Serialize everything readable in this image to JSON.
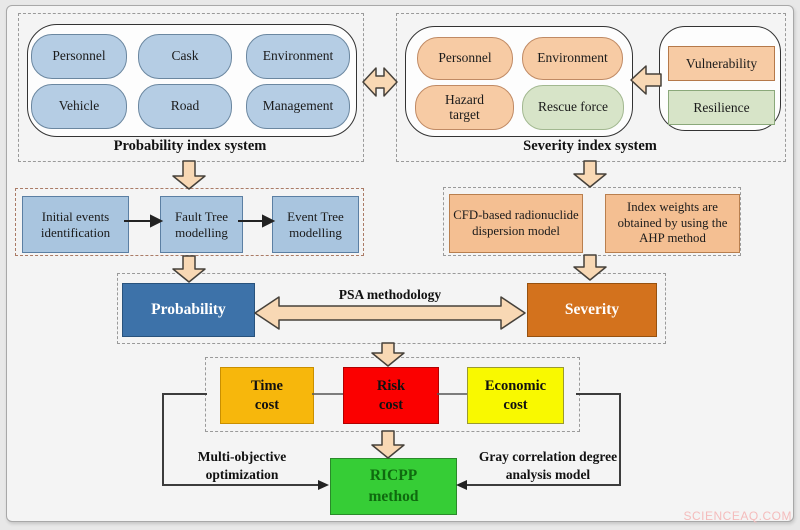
{
  "probability_system": {
    "label": "Probability index system",
    "pills": [
      "Personnel",
      "Cask",
      "Environment",
      "Vehicle",
      "Road",
      "Management"
    ]
  },
  "severity_system": {
    "label": "Severity index system",
    "pills": [
      {
        "label": "Personnel"
      },
      {
        "label": "Environment"
      },
      {
        "label": "Hazard target"
      },
      {
        "label": "Rescue force"
      }
    ],
    "side_panel": [
      {
        "label": "Vulnerability"
      },
      {
        "label": "Resilience"
      }
    ]
  },
  "probability_flow": {
    "steps": [
      "Initial events identification",
      "Fault Tree modelling",
      "Event Tree modelling"
    ]
  },
  "severity_flow": {
    "boxes": [
      "CFD-based radionuclide dispersion model",
      "Index weights are obtained by using the AHP method"
    ]
  },
  "psa": {
    "arrow_label": "PSA methodology",
    "probability": "Probability",
    "severity": "Severity"
  },
  "costs": [
    "Time cost",
    "Risk cost",
    "Economic cost"
  ],
  "bottom": {
    "left_method": "Multi-objective optimization",
    "right_method": "Gray correlation degree analysis model",
    "result": "RICPP method"
  },
  "watermark": "SCIENCEAQ.COM",
  "colors": {
    "arrow_fill": "#f8d8b4",
    "probability_box": "#3d72a9",
    "severity_box": "#d3721d",
    "time_cost": "#f7b70c",
    "risk_cost": "#fb0000",
    "economic_cost": "#f9f900",
    "ricpp_green": "#36cd36",
    "blue_pill": "#b5cde4",
    "orange_pill": "#f7cba4",
    "green_pill": "#d7e4c8"
  }
}
